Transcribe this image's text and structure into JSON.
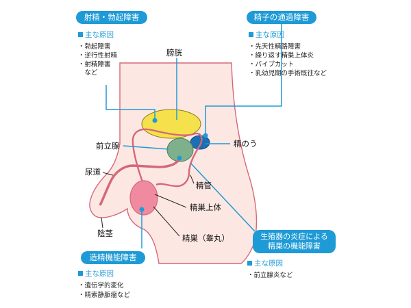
{
  "colors": {
    "accent": "#1e9ad6",
    "skin": "#fde7e2",
    "outline": "#d4687a",
    "bladder": "#f5e14c",
    "prostate": "#7fb08c",
    "seminal_vesicle": "#1a6fb5",
    "testis": "#f08aa0"
  },
  "boxes": {
    "top_left": {
      "title": "射精・勃起障害",
      "subtitle": "主な原因",
      "items": [
        "・勃起障害",
        "・逆行性射精",
        "・射精障害",
        "　など"
      ]
    },
    "top_right": {
      "title": "精子の通過障害",
      "subtitle": "主な原因",
      "items": [
        "・先天性精路障害",
        "・繰り返す精巣上体炎",
        "・パイプカット",
        "・乳幼児期の手術既往など"
      ]
    },
    "bottom_left": {
      "title": "造精機能障害",
      "subtitle": "主な原因",
      "items": [
        "・遺伝学的変化",
        "・精索静脈瘤など"
      ]
    },
    "bottom_right": {
      "title_line1": "生殖器の炎症による",
      "title_line2": "精巣の機能障害",
      "subtitle": "主な原因",
      "items": [
        "・前立腺炎など"
      ]
    }
  },
  "labels": {
    "bladder": "膀胱",
    "prostate": "前立腺",
    "urethra": "尿道",
    "penis": "陰茎",
    "seminal_vesicle": "精のう",
    "vas_deferens": "精管",
    "epididymis": "精巣上体",
    "testis": "精巣（睾丸）"
  }
}
